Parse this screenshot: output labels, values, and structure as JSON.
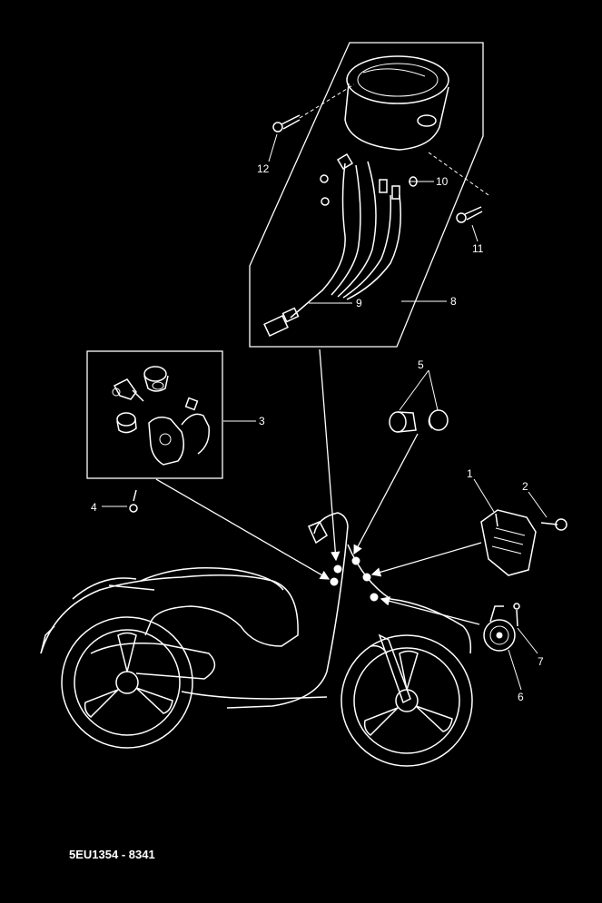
{
  "diagram": {
    "code": "5EU1354 - 8341",
    "callouts": [
      "1",
      "2",
      "3",
      "4",
      "5",
      "6",
      "7",
      "8",
      "9",
      "10",
      "11",
      "12"
    ],
    "colors": {
      "background": "#000000",
      "line": "#ffffff"
    }
  }
}
